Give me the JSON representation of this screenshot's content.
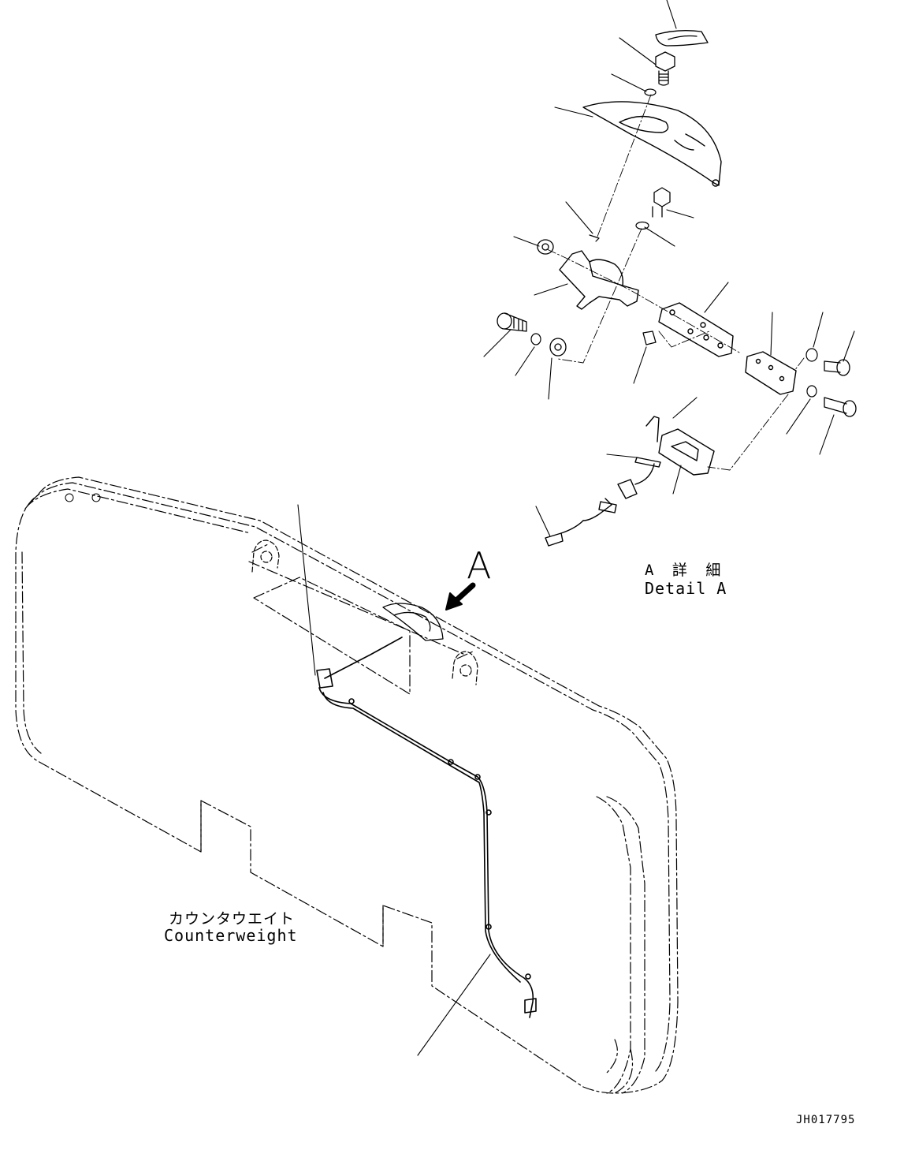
{
  "view_marker": {
    "letter": "A"
  },
  "detail": {
    "title_jp": "A 詳 細",
    "title_en": "Detail A"
  },
  "counterweight": {
    "label_jp": "カウンタウエイト",
    "label_en": "Counterweight"
  },
  "drawing_number": "JH017795",
  "colors": {
    "line": "#000000",
    "background": "#ffffff"
  }
}
